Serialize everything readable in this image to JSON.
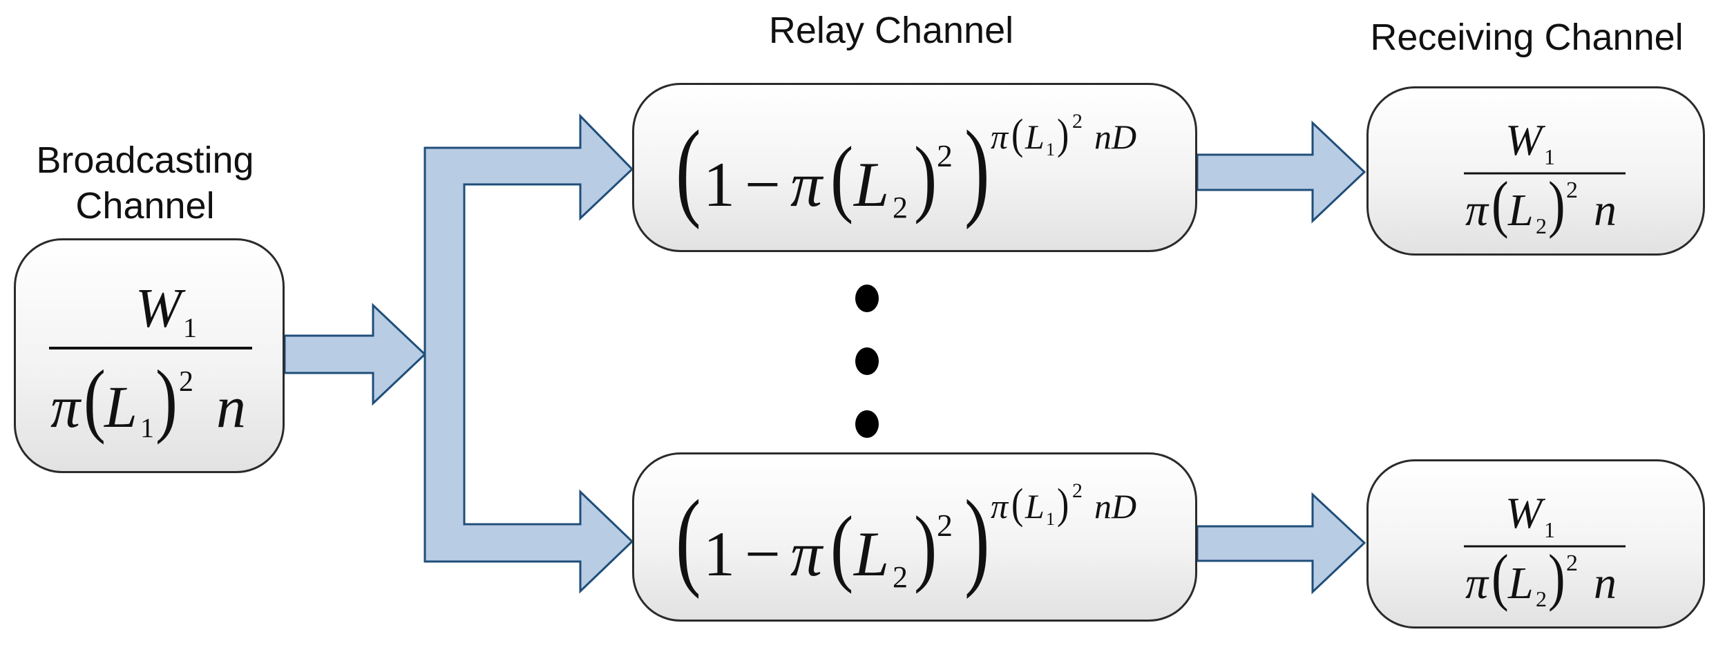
{
  "titles": {
    "broadcasting": "Broadcasting\nChannel",
    "relay": "Relay Channel",
    "receiving": "Receiving Channel"
  },
  "colors": {
    "arrow_fill": "#b8cce4",
    "arrow_stroke": "#1f4e79",
    "box_border": "#2b2b2b",
    "dots": "#000000"
  },
  "formulas": {
    "broadcast": {
      "numerator": "W",
      "numerator_sub": "1",
      "denominator_pi": "π",
      "denominator_var": "L",
      "denominator_sub": "1",
      "denominator_exp": "2",
      "denominator_n": "n"
    },
    "relay": {
      "one": "1",
      "minus": "−",
      "pi": "π",
      "var": "L",
      "sub": "2",
      "inner_exp": "2",
      "outer_exp_pi": "π",
      "outer_exp_var": "L",
      "outer_exp_sub": "1",
      "outer_exp_power": "2",
      "outer_exp_tail": "nD"
    },
    "receive": {
      "numerator": "W",
      "numerator_sub": "1",
      "denominator_pi": "π",
      "denominator_var": "L",
      "denominator_sub": "2",
      "denominator_exp": "2",
      "denominator_n": "n"
    }
  },
  "ellipsis_icon": "vertical-ellipsis-icon"
}
